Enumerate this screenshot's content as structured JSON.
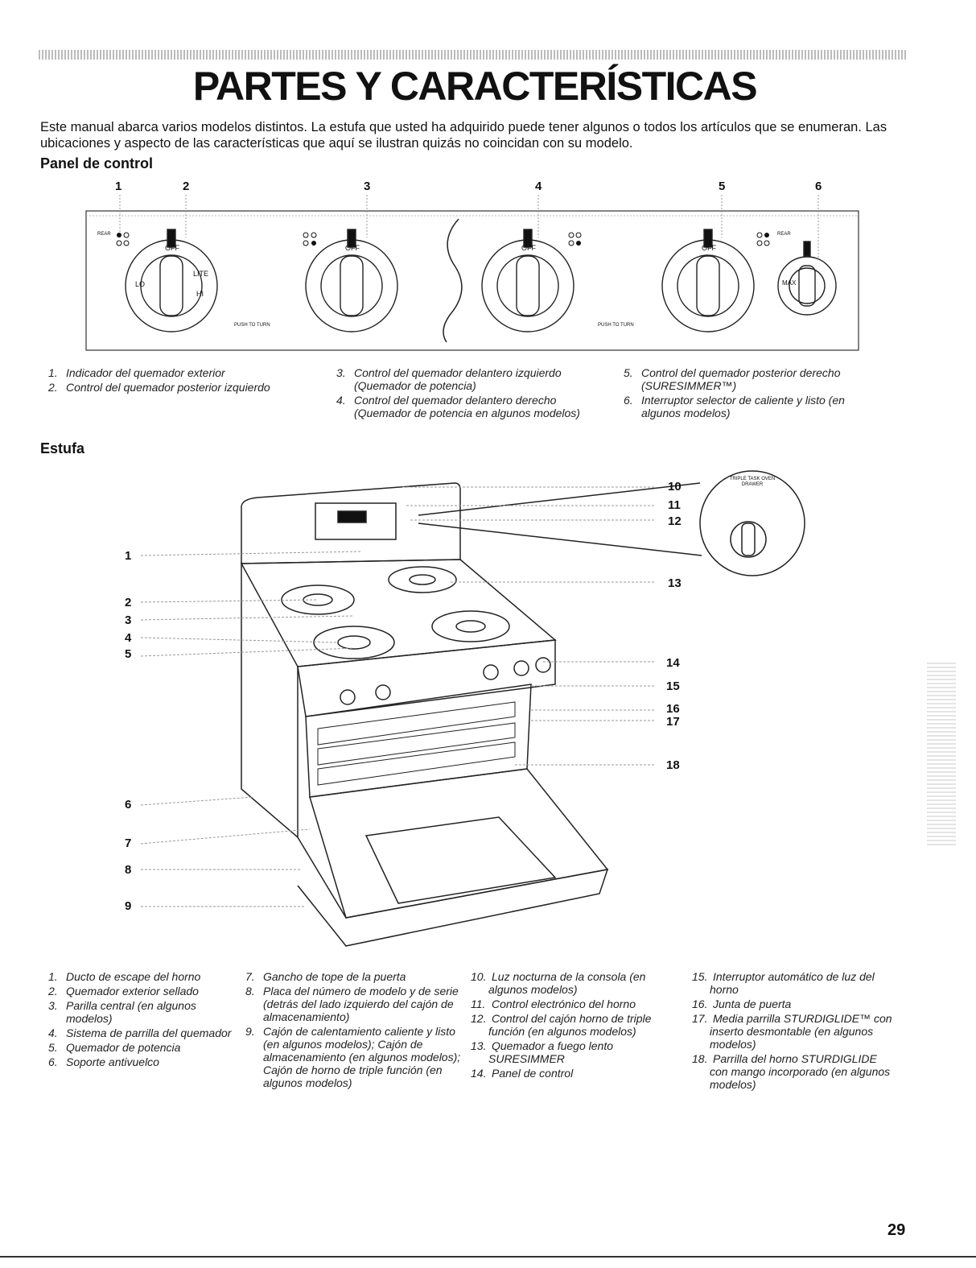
{
  "title": "PARTES Y CARACTERÍSTICAS",
  "intro": "Este manual abarca varios modelos distintos. La estufa que usted ha adquirido puede tener algunos o todos los artículos que se enumeran. Las ubicaciones y aspecto de las características que aquí se ilustran quizás no coincidan con su modelo.",
  "panel": {
    "heading": "Panel de control",
    "callouts": [
      "1",
      "2",
      "3",
      "4",
      "5",
      "6"
    ],
    "knob_text": {
      "off": "OFF",
      "lo": "LO",
      "lite": "LITE",
      "hi": "HI",
      "rear": "REAR",
      "push": "PUSH TO TURN",
      "max": "MAX"
    },
    "legend": [
      {
        "n": "1.",
        "text": "Indicador del quemador exterior"
      },
      {
        "n": "2.",
        "text": "Control del quemador posterior izquierdo"
      },
      {
        "n": "3.",
        "text": "Control del quemador delantero izquierdo (Quemador de potencia)"
      },
      {
        "n": "4.",
        "text": "Control del quemador delantero derecho (Quemador de potencia en algunos modelos)"
      },
      {
        "n": "5.",
        "text": "Control del quemador posterior derecho (SURESIMMER™)"
      },
      {
        "n": "6.",
        "text": "Interruptor selector de caliente y listo (en algunos modelos)"
      }
    ]
  },
  "range": {
    "heading": "Estufa",
    "left_callouts": [
      "1",
      "2",
      "3",
      "4",
      "5",
      "6",
      "7",
      "8",
      "9"
    ],
    "right_callouts": [
      "10",
      "11",
      "12",
      "13",
      "14",
      "15",
      "16",
      "17",
      "18"
    ],
    "inset_label": "TRIPLE TASK OVEN DRAWER",
    "legend": [
      {
        "n": "1.",
        "text": "Ducto de escape del horno"
      },
      {
        "n": "2.",
        "text": "Quemador exterior sellado"
      },
      {
        "n": "3.",
        "text": "Parilla central (en algunos modelos)"
      },
      {
        "n": "4.",
        "text": "Sistema de parrilla del quemador"
      },
      {
        "n": "5.",
        "text": "Quemador de potencia"
      },
      {
        "n": "6.",
        "text": "Soporte antivuelco"
      },
      {
        "n": "7.",
        "text": "Gancho de tope de la puerta"
      },
      {
        "n": "8.",
        "text": "Placa del número de modelo y de serie (detrás del lado izquierdo del cajón de almacenamiento)"
      },
      {
        "n": "9.",
        "text": "Cajón de calentamiento caliente y listo (en algunos modelos); Cajón de almacenamiento (en algunos modelos); Cajón de horno de triple función (en algunos modelos)"
      },
      {
        "n": "10.",
        "text": "Luz nocturna de la consola (en algunos modelos)"
      },
      {
        "n": "11.",
        "text": "Control electrónico del horno"
      },
      {
        "n": "12.",
        "text": "Control del cajón horno de triple función (en algunos modelos)"
      },
      {
        "n": "13.",
        "text": "Quemador a fuego lento SURESIMMER"
      },
      {
        "n": "14.",
        "text": "Panel de control"
      },
      {
        "n": "15.",
        "text": "Interruptor automático de luz del horno"
      },
      {
        "n": "16.",
        "text": "Junta de puerta"
      },
      {
        "n": "17.",
        "text": "Media parrilla STURDIGLIDE™ con inserto desmontable (en algunos modelos)"
      },
      {
        "n": "18.",
        "text": "Parrilla del horno STURDIGLIDE con mango incorporado (en algunos modelos)"
      }
    ]
  },
  "page_number": "29"
}
